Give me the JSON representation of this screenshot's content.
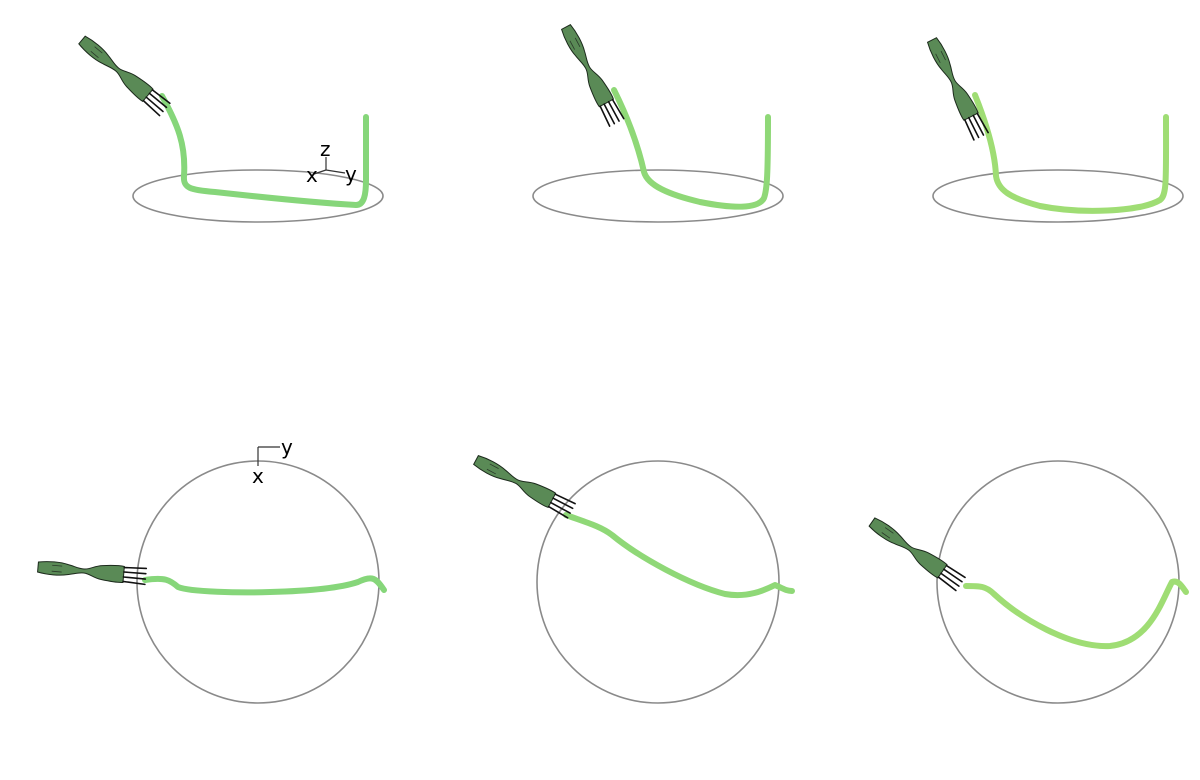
{
  "colors": {
    "noodle": [
      "#86d67a",
      "#8fd877",
      "#9fdd74"
    ],
    "fork_fill": "#5a8a56",
    "fork_stroke": "#1c2a1c",
    "plate_ring": "#8a8a8a",
    "axes": "#333333"
  },
  "views": {
    "side": {
      "axes": {
        "z": "z",
        "x": "x",
        "y": "y"
      }
    },
    "top": {
      "axes": {
        "y": "y",
        "x": "x"
      }
    }
  },
  "panels": [
    {
      "id": "side-1",
      "view": "side",
      "shows_axes": true
    },
    {
      "id": "side-2",
      "view": "side",
      "shows_axes": false
    },
    {
      "id": "side-3",
      "view": "side",
      "shows_axes": false
    },
    {
      "id": "top-1",
      "view": "top",
      "shows_axes": true
    },
    {
      "id": "top-2",
      "view": "top",
      "shows_axes": false
    },
    {
      "id": "top-3",
      "view": "top",
      "shows_axes": false
    }
  ]
}
